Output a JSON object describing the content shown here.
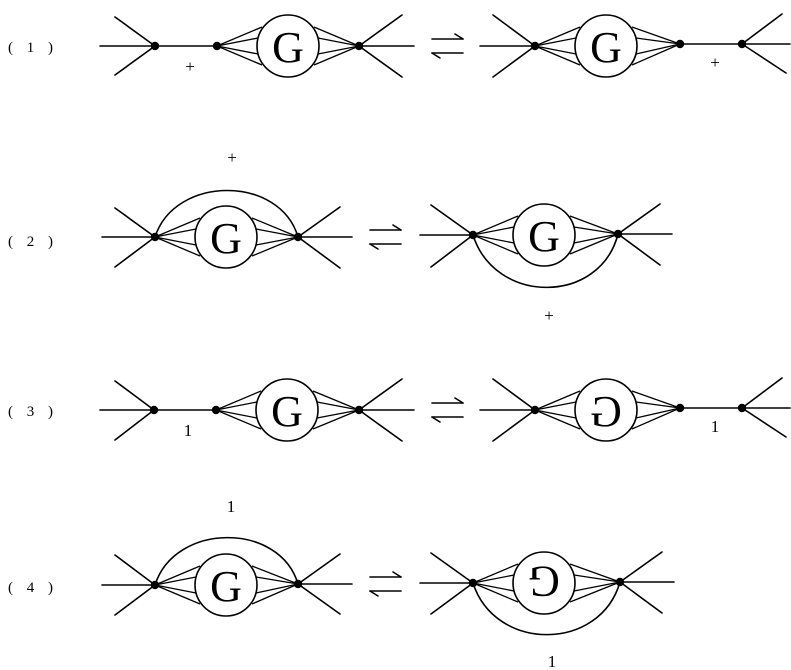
{
  "rows": [
    {
      "label": "( 1 )",
      "left_circle_letter": "G",
      "right_circle_letter": "G",
      "left_mark": "+",
      "right_mark": "+"
    },
    {
      "label": "( 2 )",
      "left_circle_letter": "G",
      "right_circle_letter": "G",
      "left_mark": "+",
      "right_mark": "+"
    },
    {
      "label": "( 3 )",
      "left_circle_letter": "G",
      "right_circle_letter": "G",
      "left_mark": "1",
      "right_mark": "1"
    },
    {
      "label": "( 4 )",
      "left_circle_letter": "G",
      "right_circle_letter": "G",
      "left_mark": "1",
      "right_mark": "1"
    }
  ],
  "right_letter_transform": [
    "normal",
    "normal",
    "mirror",
    "rotate180"
  ]
}
